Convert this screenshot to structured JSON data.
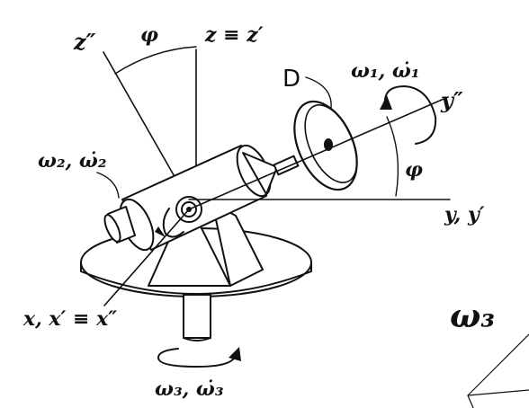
{
  "figure": {
    "labels": {
      "z_double_prime": "z″",
      "phi_top": "φ",
      "z_equiv": "z ≡ z′",
      "disk": "D",
      "omega1": "ω₁, ω̇₁",
      "y_double_prime": "y″",
      "phi_right": "φ",
      "omega2": "ω₂, ω̇₂",
      "y_axis": "y, y′",
      "x_axis": "x, x′ ≡ x″",
      "omega3_big": "ω₃",
      "omega3_bottom": "ω₃, ω̇₃"
    },
    "colors": {
      "ink": "#111111",
      "background": "#ffffff"
    }
  }
}
